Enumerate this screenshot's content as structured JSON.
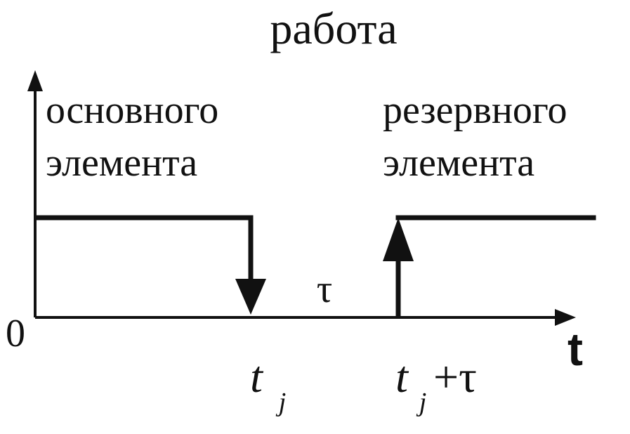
{
  "title": "работа",
  "labels": {
    "main_line1": "основного",
    "main_line2": "элемента",
    "reserve_line1": "резервного",
    "reserve_line2": "элемента",
    "origin": "0",
    "t_axis": "t",
    "tau": "τ",
    "tj_base": "t",
    "tj_sub": "j",
    "tjtau_base": "t",
    "tjtau_sub": "j",
    "tjtau_rest": "+τ"
  },
  "colors": {
    "ink": "#111111",
    "background": "#ffffff"
  }
}
